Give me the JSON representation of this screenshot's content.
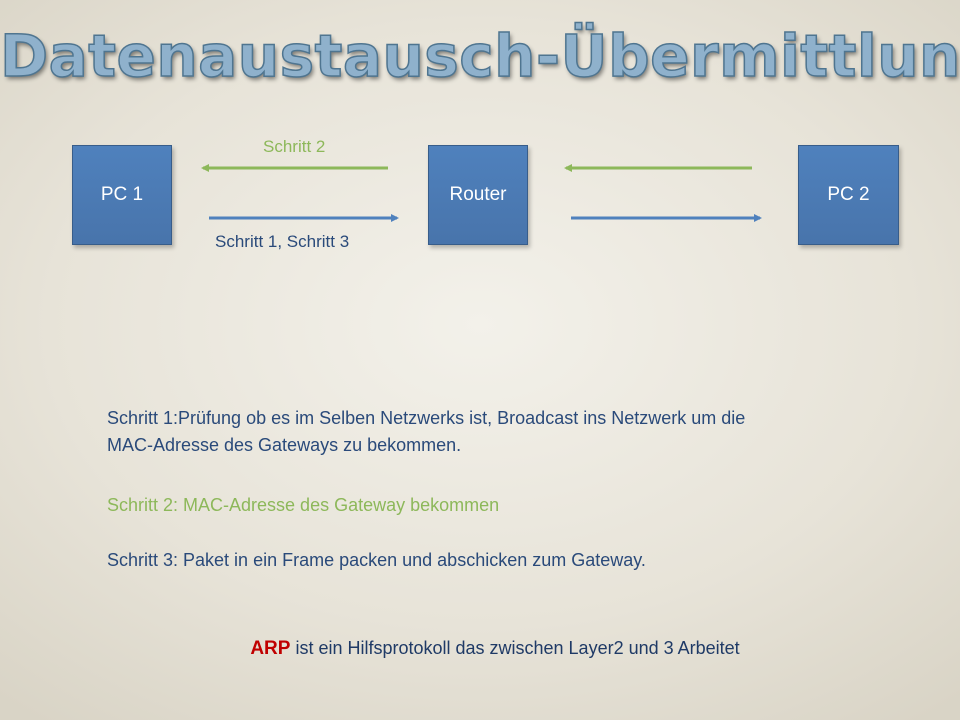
{
  "title": "Datenaustausch-Übermittlung",
  "nodes": {
    "pc1": "PC 1",
    "router": "Router",
    "pc2": "PC 2"
  },
  "arrow_labels": {
    "top": "Schritt 2",
    "bottom": "Schritt 1, Schritt 3"
  },
  "steps": {
    "step1_line1": "Schritt 1:Prüfung ob es im Selben Netzwerks ist, Broadcast ins Netzwerk um die",
    "step1_line2": "MAC-Adresse des Gateways zu bekommen.",
    "step2": "Schritt 2: MAC-Adresse des Gateway bekommen",
    "step3": "Schritt 3: Paket in ein Frame packen und abschicken zum Gateway."
  },
  "footer": {
    "keyword": "ARP",
    "rest": " ist ein Hilfsprotokoll das zwischen Layer2 und 3 Arbeitet"
  },
  "colors": {
    "node_fill": "#4f81bd",
    "green_arrow": "#8db85a",
    "blue_arrow": "#4f81bd",
    "keyword": "#c00000"
  }
}
